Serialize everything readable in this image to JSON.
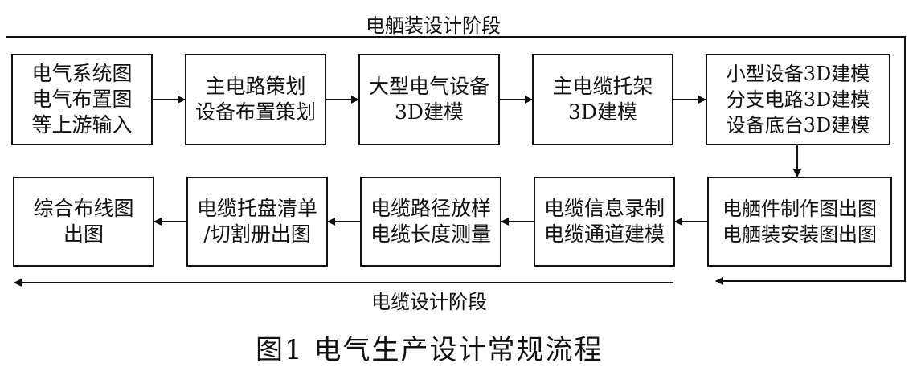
{
  "diagram": {
    "top_phase_label": "电舾装设计阶段",
    "bottom_phase_label": "电缆设计阶段",
    "caption": "图1   电气生产设计常规流程",
    "boxes": [
      {
        "lines": [
          "电气系统图",
          "电气布置图",
          "等上游输入"
        ]
      },
      {
        "lines": [
          "主电路策划",
          "设备布置策划"
        ]
      },
      {
        "lines": [
          "大型电气设备",
          "3D建模"
        ]
      },
      {
        "lines": [
          "主电缆托架",
          "3D建模"
        ]
      },
      {
        "lines": [
          "小型设备3D建模",
          "分支电路3D建模",
          "设备底台3D建模"
        ]
      },
      {
        "lines": [
          "电舾件制作图出图",
          "电舾装安装图出图"
        ]
      },
      {
        "lines": [
          "电缆信息录制",
          "电缆通道建模"
        ]
      },
      {
        "lines": [
          "电缆路径放样",
          "电缆长度测量"
        ]
      },
      {
        "lines": [
          "电缆托盘清单",
          "/切割册出图"
        ]
      },
      {
        "lines": [
          "综合布线图",
          "出图"
        ]
      }
    ]
  }
}
